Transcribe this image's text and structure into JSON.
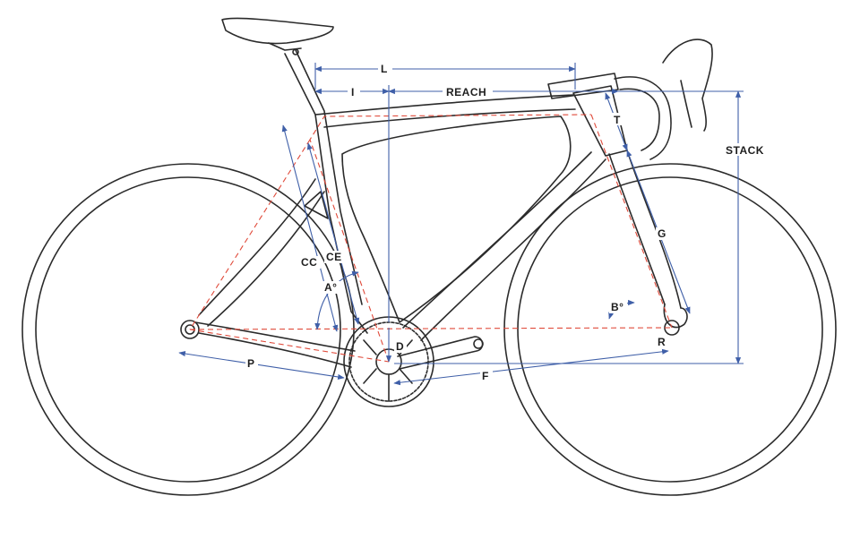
{
  "diagram": {
    "colors": {
      "outline": "#2b2b2b",
      "dimension": "#3f5fa8",
      "geometry": "#e04a3a",
      "background": "#ffffff"
    },
    "labels": {
      "L": "L",
      "I": "I",
      "REACH": "REACH",
      "T": "T",
      "STACK": "STACK",
      "G": "G",
      "CC": "CC",
      "CE": "CE",
      "A": "A°",
      "B": "B°",
      "D": "D",
      "P": "P",
      "F": "F",
      "R": "R"
    }
  }
}
